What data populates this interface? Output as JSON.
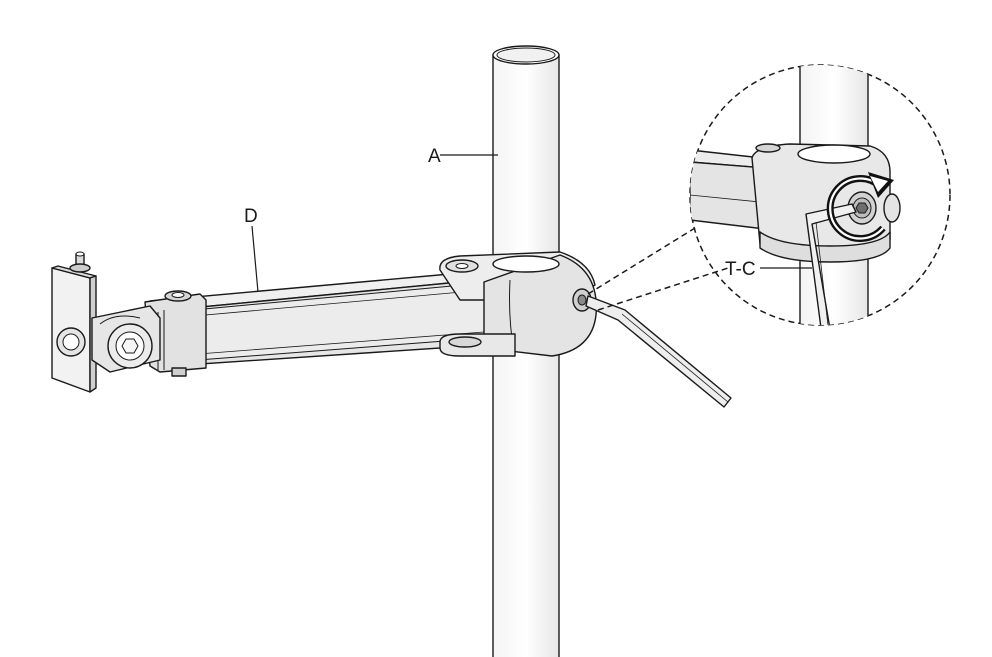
{
  "labels": {
    "a": "A",
    "d": "D",
    "tc": "T-C"
  },
  "colors": {
    "stroke": "#1a1a1a",
    "fill_light": "#efefef",
    "fill_mid": "#dcdcdc",
    "fill_dark": "#bdbdbd",
    "arrow": "#111111"
  },
  "icons": {
    "rotation": "clockwise-rotation-arrow-icon",
    "key": "hex-key-icon"
  }
}
